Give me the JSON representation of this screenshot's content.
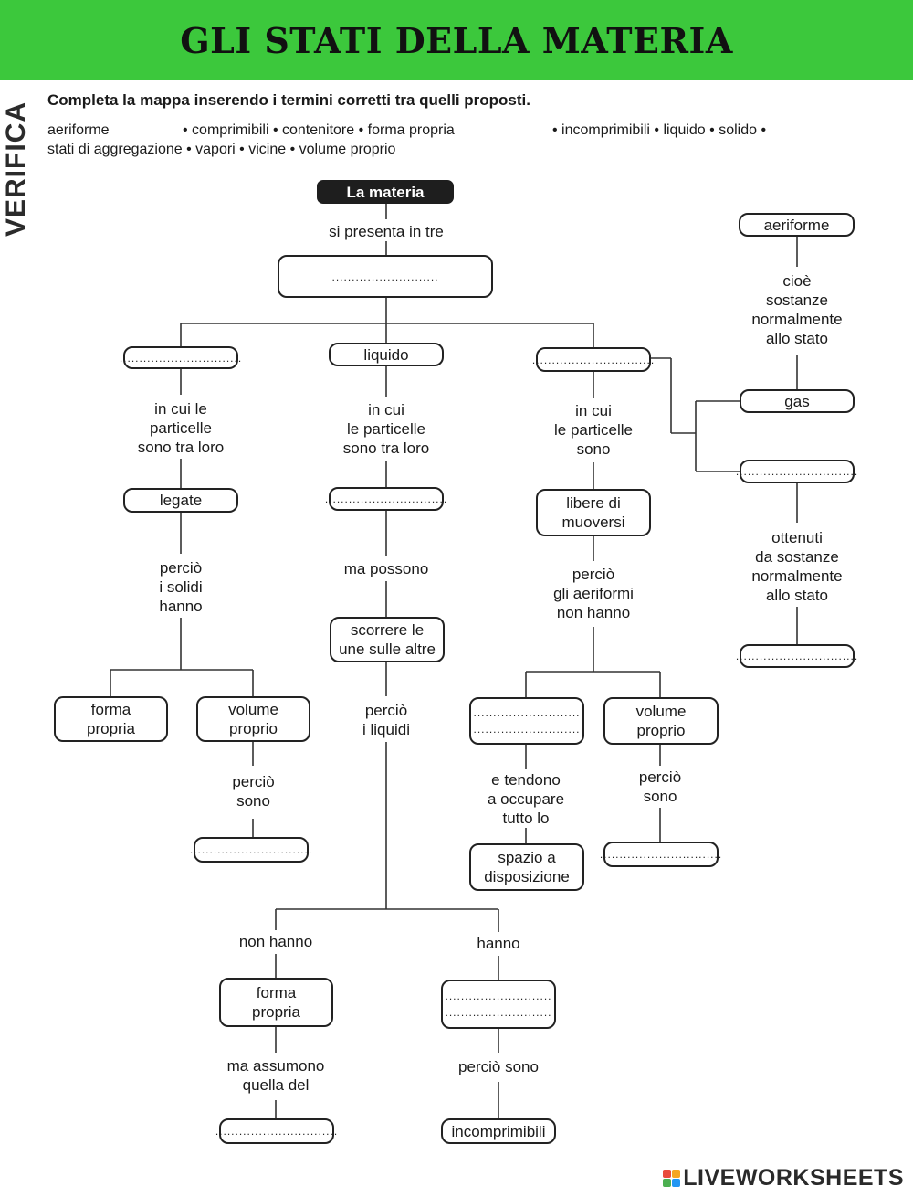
{
  "header": {
    "title": "GLI STATI DELLA MATERIA"
  },
  "sidebar": {
    "label": "VERIFICA"
  },
  "instructions": {
    "text": "Completa la mappa inserendo i termini corretti tra quelli proposti."
  },
  "word_bank": {
    "line1_a": "aeriforme",
    "line1_b": "• comprimibili • contenitore • forma propria",
    "line1_c": "• incomprimibili • liquido • solido •",
    "line2": "stati di aggregazione • vapori • vicine • volume proprio"
  },
  "blank": "...............................",
  "blank_short": "...........................",
  "map": {
    "root": "La materia",
    "l_presenta": "si presenta in tre",
    "b_liquido": "liquido",
    "l_solid_part": "in cui le\nparticelle\nsono tra loro",
    "l_liquid_part": "in cui\nle particelle\nsono tra loro",
    "l_gas_part": "in cui\nle particelle\nsono",
    "b_legate": "legate",
    "b_libere": "libere di\nmuoversi",
    "l_solid_perc": "perciò\ni solidi\nhanno",
    "l_ma_possono": "ma possono",
    "l_gas_perc": "perciò\ngli aeriformi\nnon hanno",
    "b_scorrere": "scorrere le\nune sulle altre",
    "l_liq_perc": "perciò\ni liquidi",
    "b_forma_propria": "forma\npropria",
    "b_volume_proprio": "volume\nproprio",
    "l_perc_sono": "perciò\nsono",
    "l_tendono": "e tendono\na occupare\ntutto lo",
    "b_spazio": "spazio a\ndisposizione",
    "l_non_hanno": "non hanno",
    "l_hanno": "hanno",
    "l_ma_assumono": "ma assumono\nquella del",
    "l_perc_sono2": "perciò sono",
    "b_incomprimibili": "incomprimibili",
    "b_aeriforme": "aeriforme",
    "l_cioe": "cioè\nsostanze\nnormalmente\nallo stato",
    "b_gas": "gas",
    "l_ottenuti": "ottenuti\nda sostanze\nnormalmente\nallo stato"
  },
  "footer": {
    "brand": "LIVEWORKSHEETS"
  },
  "colors": {
    "header_bg": "#3cc83c",
    "logo": [
      "#e94b3c",
      "#f5a623",
      "#4caf50",
      "#2196f3"
    ]
  }
}
